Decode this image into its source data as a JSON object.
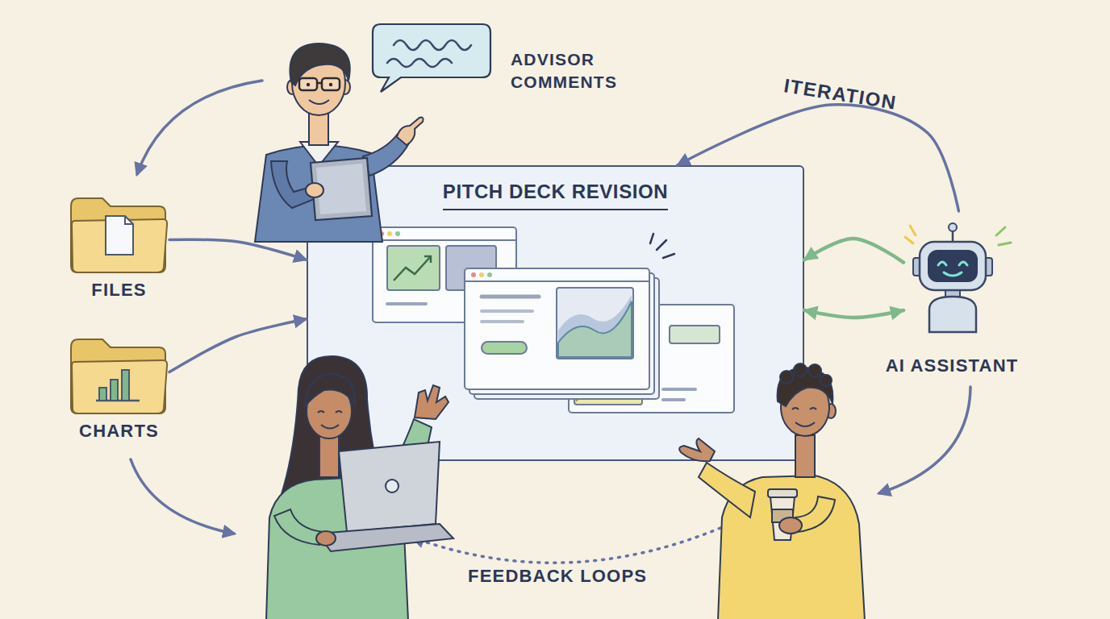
{
  "diagram": {
    "nodes": [
      {
        "text": [
          "PITCH DECK REVISION"
        ]
      },
      {
        "text": [
          "FILES"
        ]
      },
      {
        "text": [
          "CHARTS"
        ]
      },
      {
        "text": [
          "AI ASSISTANT"
        ]
      }
    ],
    "edges": [
      {
        "from": 1,
        "to": 0,
        "arrow": "to"
      },
      {
        "from": 2,
        "to": 0,
        "arrow": "to"
      },
      {
        "from": 3,
        "to": 0,
        "arrow": "to",
        "label": "ITERATION"
      },
      {
        "from": 3,
        "to": 0,
        "arrow": "to"
      },
      {
        "from": 3,
        "to": 0,
        "arrow": "both"
      }
    ],
    "labels": [
      "ADVISOR COMMENTS",
      "FEEDBACK LOOPS"
    ]
  }
}
